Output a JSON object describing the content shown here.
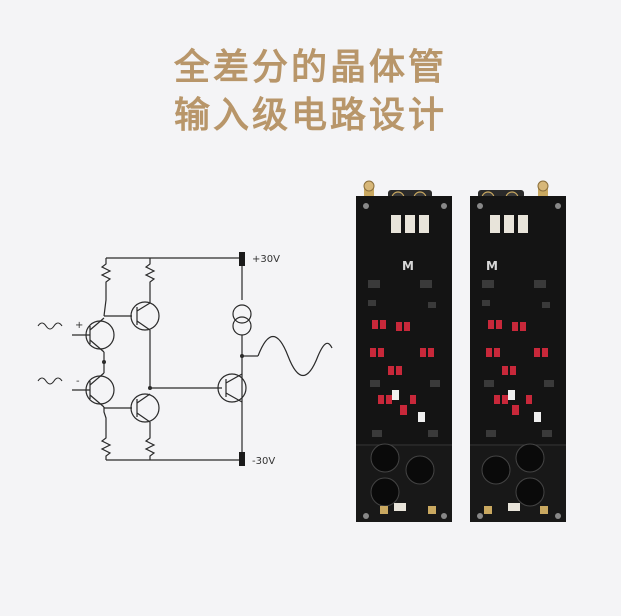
{
  "title": {
    "line1": "全差分的晶体管",
    "line2": "输入级电路设计"
  },
  "schematic": {
    "plus_rail_label": "+30V",
    "minus_rail_label": "-30V",
    "input_plus_label": "+",
    "input_minus_label": "-"
  },
  "colors": {
    "title": "#b8966a",
    "background": "#f4f4f6",
    "wire": "#2a2a2a",
    "pcb": "#141414",
    "relay_red": "#c8283a",
    "connector_gold": "#c9a860"
  }
}
